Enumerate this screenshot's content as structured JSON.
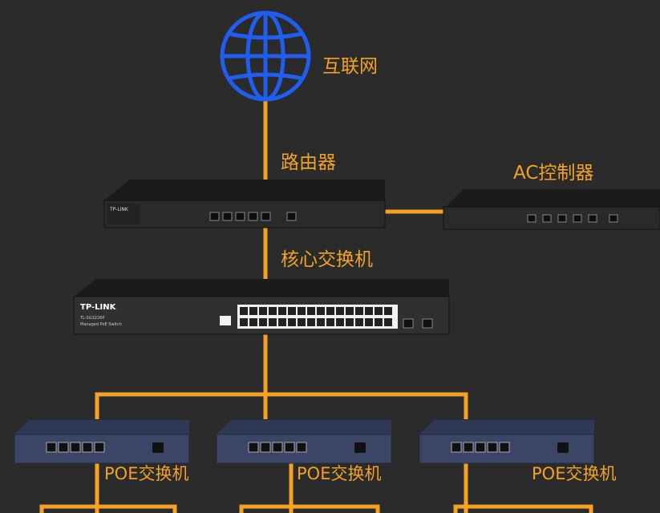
{
  "labels": {
    "internet": "互联网",
    "router": "路由器",
    "ac_controller": "AC控制器",
    "core_switch": "核心交换机",
    "poe_switch": "POE交换机"
  },
  "devices": {
    "router_brand": "TP-LINK",
    "core_switch_brand": "TP-LINK",
    "core_switch_model": "TL-SG3226P",
    "core_switch_desc": "Managed PoE Switch"
  },
  "colors": {
    "background": "#2b2b2b",
    "link_line": "#f5a223",
    "globe": "#1f5ef0",
    "label": "#f5a223",
    "device_dark": "#262626",
    "poe_blue": "#3b4666"
  }
}
